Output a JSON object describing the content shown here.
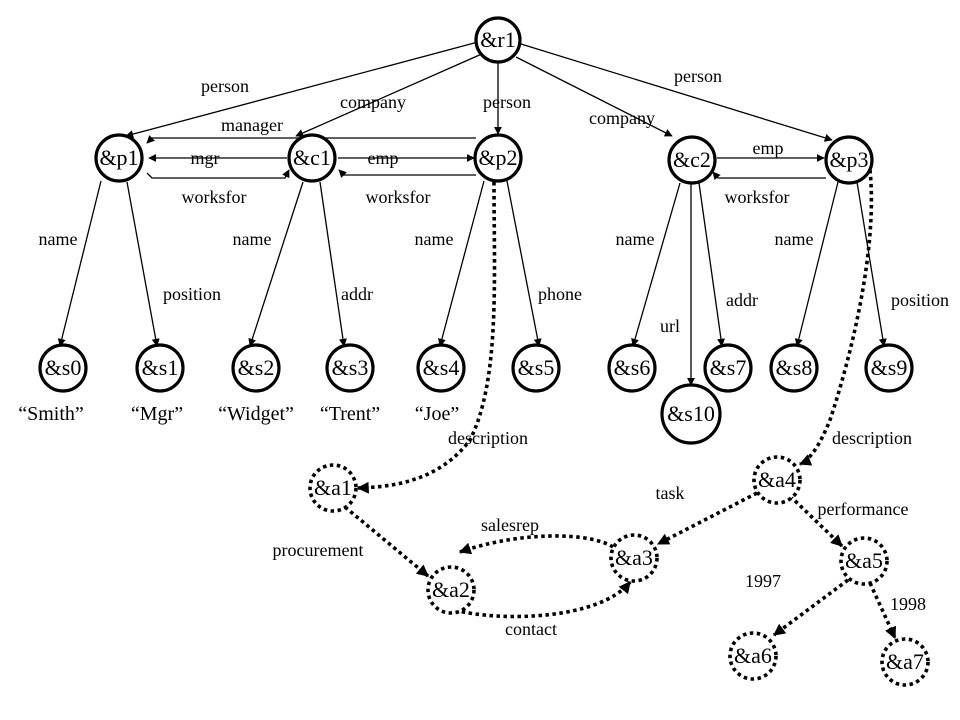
{
  "nodes": {
    "r1": "&r1",
    "p1": "&p1",
    "c1": "&c1",
    "p2": "&p2",
    "c2": "&c2",
    "p3": "&p3",
    "s0": "&s0",
    "s1": "&s1",
    "s2": "&s2",
    "s3": "&s3",
    "s4": "&s4",
    "s5": "&s5",
    "s6": "&s6",
    "s7": "&s7",
    "s8": "&s8",
    "s9": "&s9",
    "s10": "&s10",
    "a1": "&a1",
    "a2": "&a2",
    "a3": "&a3",
    "a4": "&a4",
    "a5": "&a5",
    "a6": "&a6",
    "a7": "&a7"
  },
  "edge_labels": {
    "r1_p1": "person",
    "r1_c1": "company",
    "r1_p2": "person",
    "r1_c2": "company",
    "r1_p3": "person",
    "p2_p1": "manager",
    "c1_p1": "mgr",
    "p1_c1": "worksfor",
    "c1_p2": "emp",
    "p2_c1": "worksfor",
    "c2_p3": "emp",
    "p3_c2": "worksfor",
    "p1_s0": "name",
    "p1_s1": "position",
    "c1_s2": "name",
    "c1_s3": "addr",
    "p2_s4": "name",
    "p2_s5": "phone",
    "c2_s6": "name",
    "c2_s10": "url",
    "c2_s7": "addr",
    "p3_s8": "name",
    "p3_s9": "position",
    "p2_a1": "description",
    "p3_a4": "description",
    "a1_a2": "procurement",
    "a3_a2": "salesrep",
    "a2_a3": "contact",
    "a4_a3": "task",
    "a4_a5": "performance",
    "a5_a6": "1997",
    "a5_a7": "1998"
  },
  "values": {
    "s0": "“Smith”",
    "s1": "“Mgr”",
    "s2": "“Widget”",
    "s3": "“Trent”",
    "s4": "“Joe”"
  }
}
